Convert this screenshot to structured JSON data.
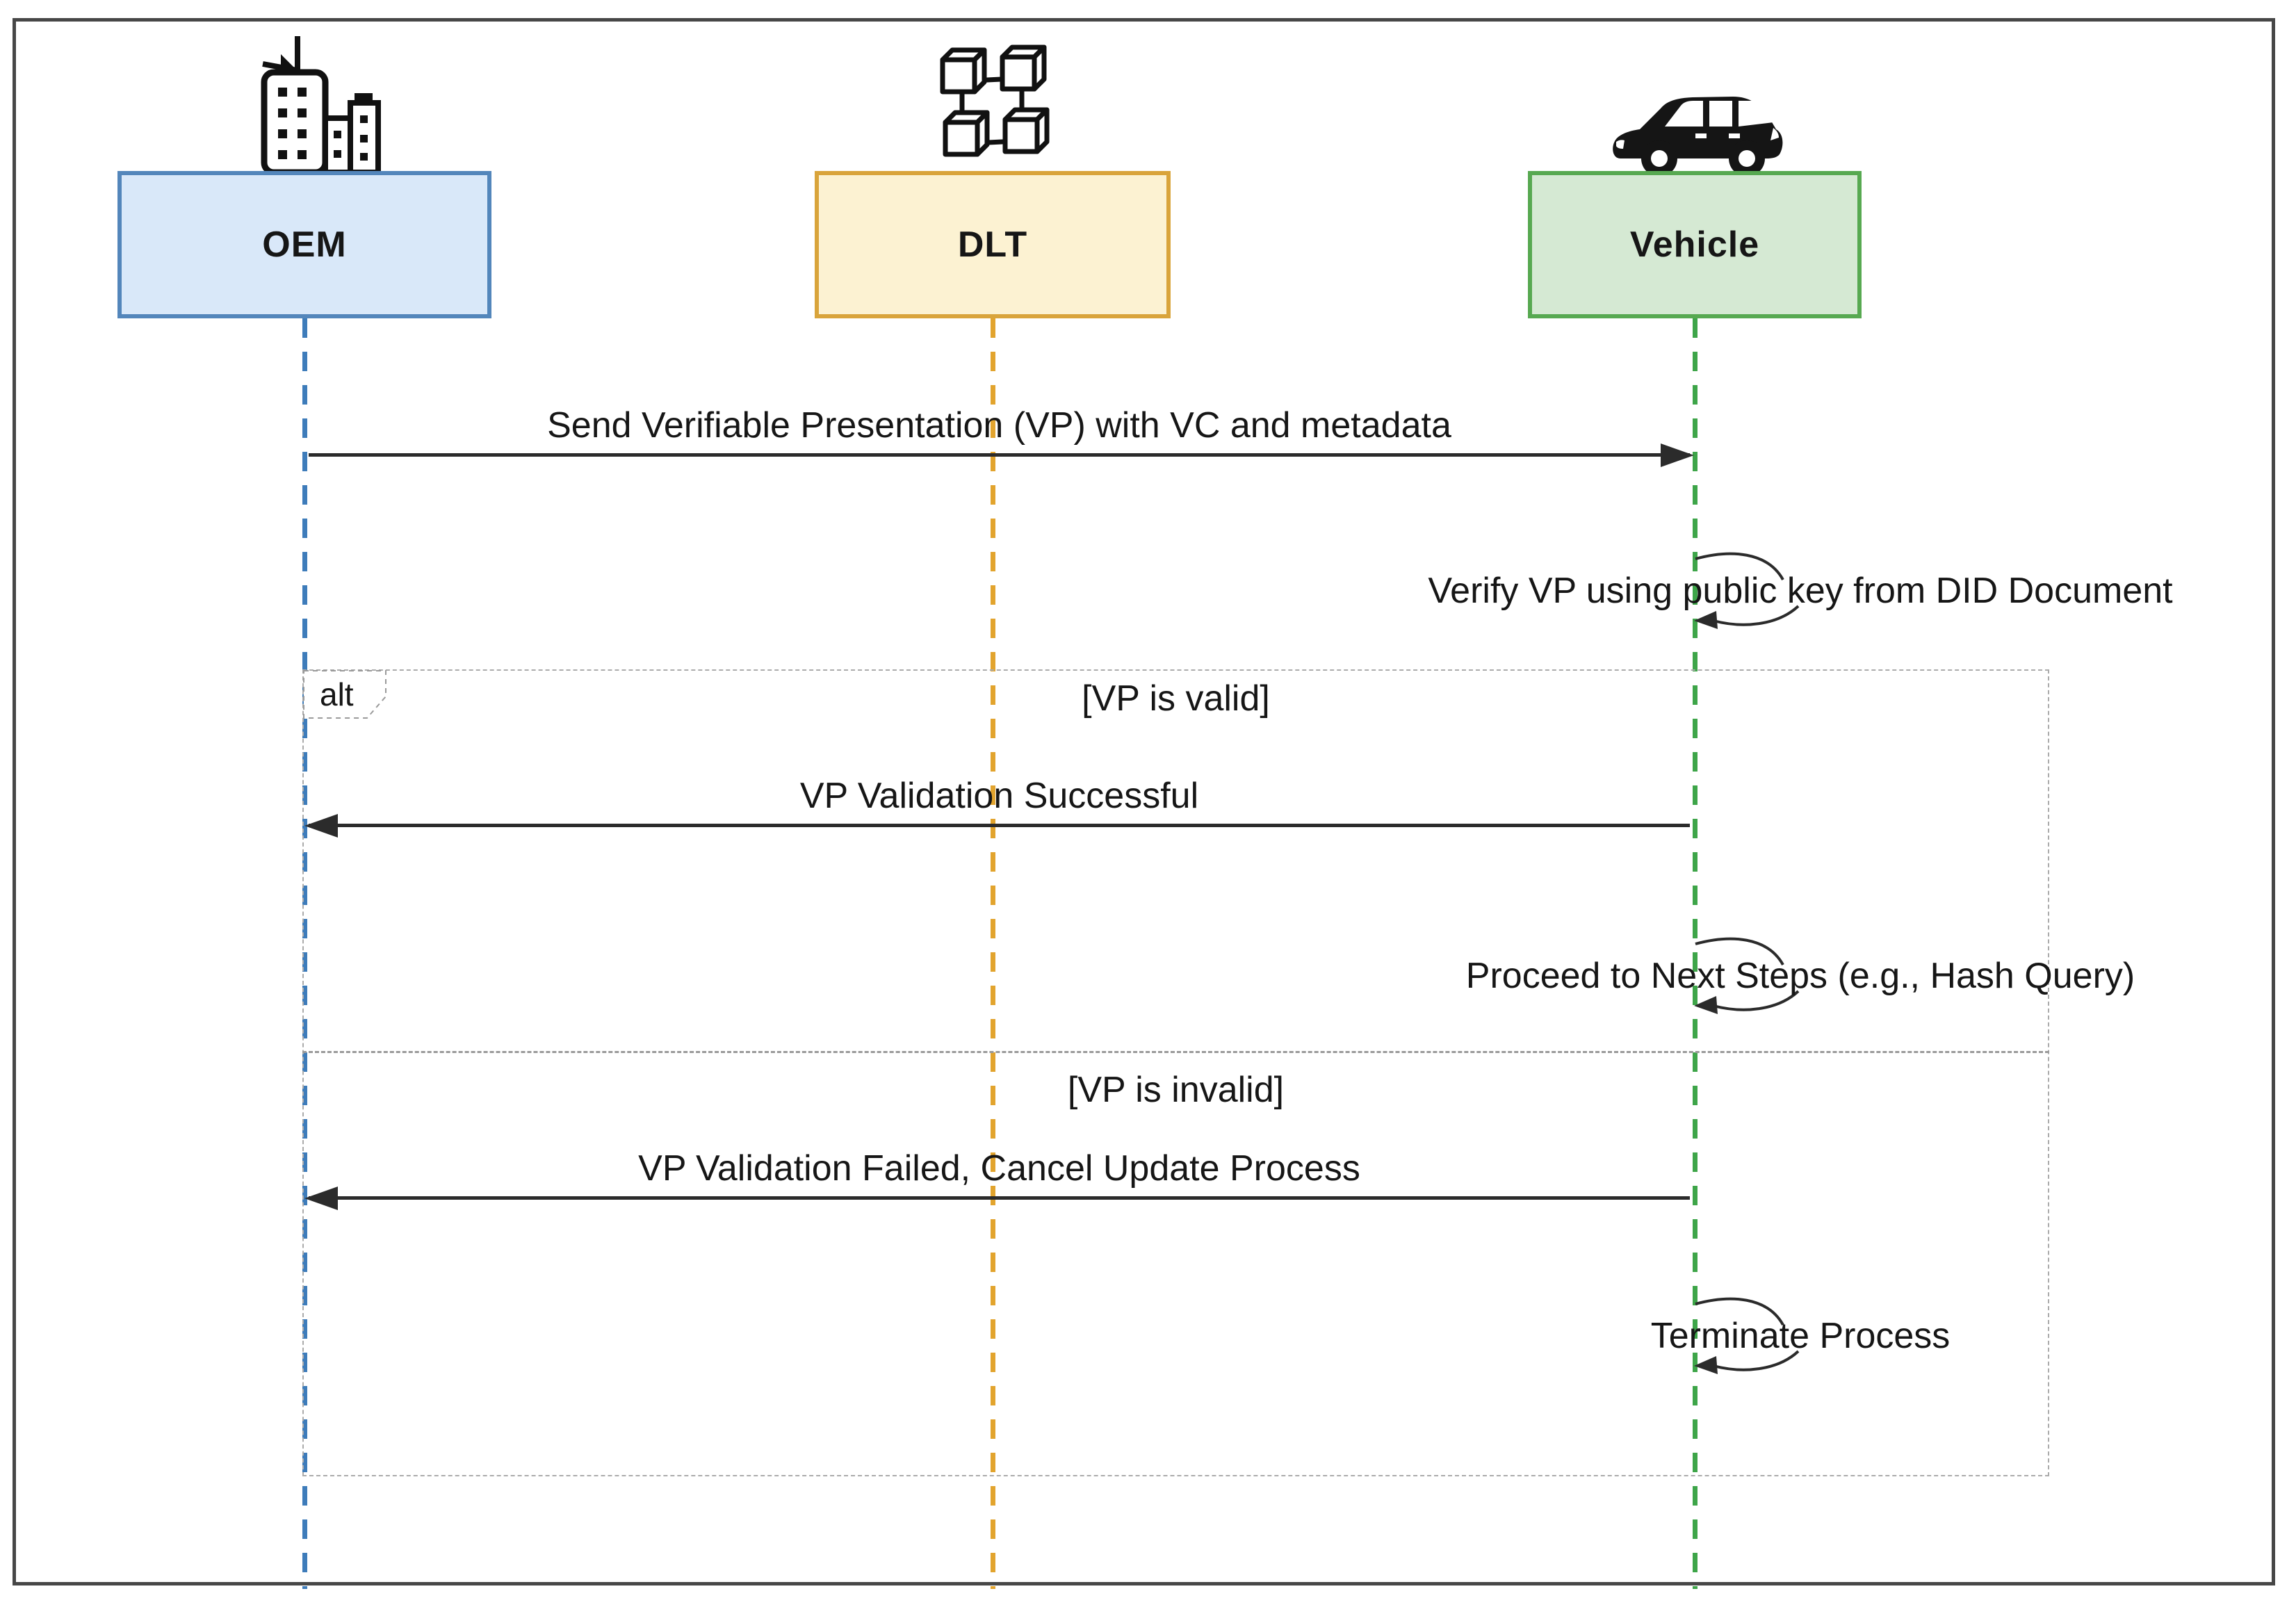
{
  "actors": [
    {
      "id": "oem",
      "label": "OEM",
      "icon": "building-icon",
      "fill": "#d9e8f9",
      "border": "#5386bb",
      "lifeline_color": "#3e7cba"
    },
    {
      "id": "dlt",
      "label": "DLT",
      "icon": "blockchain-icon",
      "fill": "#fcf2d2",
      "border": "#d9a43b",
      "lifeline_color": "#e2a42e"
    },
    {
      "id": "vehicle",
      "label": "Vehicle",
      "icon": "car-icon",
      "fill": "#d5e9d3",
      "border": "#57a951",
      "lifeline_color": "#3ea549"
    }
  ],
  "messages": {
    "send_vp": {
      "type": "arrow",
      "from": "OEM",
      "to": "Vehicle",
      "label": "Send Verifiable Presentation (VP) with VC and metadata"
    },
    "verify_vp": {
      "type": "self",
      "actor": "Vehicle",
      "label": "Verify VP using public key from DID Document"
    },
    "vp_success": {
      "type": "arrow",
      "from": "Vehicle",
      "to": "OEM",
      "label": "VP Validation Successful"
    },
    "proceed": {
      "type": "self",
      "actor": "Vehicle",
      "label": "Proceed to Next Steps (e.g., Hash Query)"
    },
    "vp_failed": {
      "type": "arrow",
      "from": "Vehicle",
      "to": "OEM",
      "label": "VP Validation Failed, Cancel Update Process"
    },
    "terminate": {
      "type": "self",
      "actor": "Vehicle",
      "label": "Terminate Process"
    }
  },
  "fragment": {
    "operator": "alt",
    "guards": [
      {
        "label": "[VP is valid]"
      },
      {
        "label": "[VP is invalid]"
      }
    ]
  },
  "colors": {
    "frame": "#474747",
    "message_line": "#2b2b2b",
    "fragment_border": "#ababab",
    "text": "#161616"
  }
}
